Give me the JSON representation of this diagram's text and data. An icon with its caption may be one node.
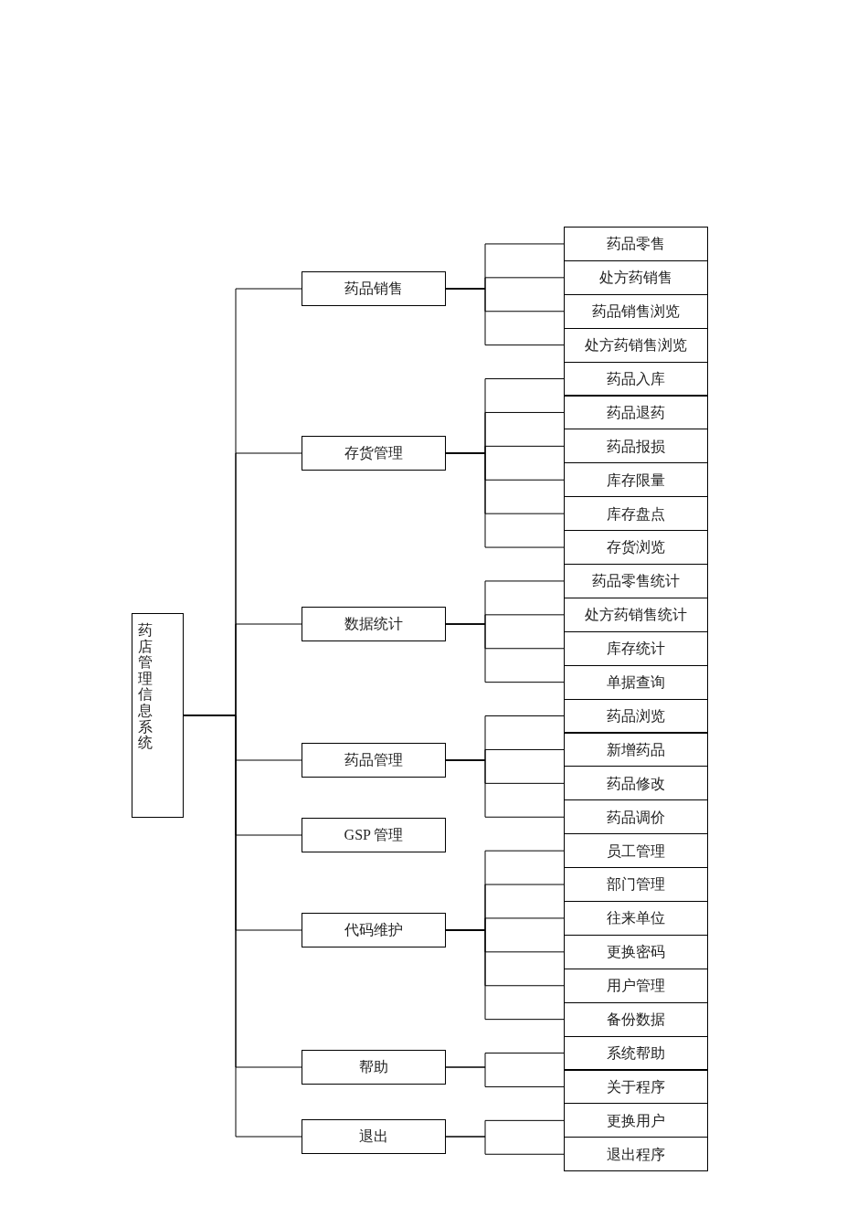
{
  "diagram": {
    "nodes": [
      {
        "text": [
          "药店管理信息系统"
        ]
      },
      {
        "text": [
          "药品销售"
        ]
      },
      {
        "text": [
          "药品零售"
        ]
      },
      {
        "text": [
          "处方药销售"
        ]
      },
      {
        "text": [
          "药品销售浏览"
        ]
      },
      {
        "text": [
          "处方药销售浏览"
        ]
      },
      {
        "text": [
          "存货管理"
        ]
      },
      {
        "text": [
          "药品入库"
        ]
      },
      {
        "text": [
          "药品退药"
        ]
      },
      {
        "text": [
          "药品报损"
        ]
      },
      {
        "text": [
          "库存限量"
        ]
      },
      {
        "text": [
          "库存盘点"
        ]
      },
      {
        "text": [
          "存货浏览"
        ]
      },
      {
        "text": [
          "数据统计"
        ]
      },
      {
        "text": [
          "药品零售统计"
        ]
      },
      {
        "text": [
          "处方药销售统计"
        ]
      },
      {
        "text": [
          "库存统计"
        ]
      },
      {
        "text": [
          "单据查询"
        ]
      },
      {
        "text": [
          "药品管理"
        ]
      },
      {
        "text": [
          "药品浏览"
        ]
      },
      {
        "text": [
          "新增药品"
        ]
      },
      {
        "text": [
          "药品修改"
        ]
      },
      {
        "text": [
          "药品调价"
        ]
      },
      {
        "text": [
          "GSP 管理"
        ]
      },
      {
        "text": [
          "代码维护"
        ]
      },
      {
        "text": [
          "员工管理"
        ]
      },
      {
        "text": [
          "部门管理"
        ]
      },
      {
        "text": [
          "往来单位"
        ]
      },
      {
        "text": [
          "更换密码"
        ]
      },
      {
        "text": [
          "用户管理"
        ]
      },
      {
        "text": [
          "备份数据"
        ]
      },
      {
        "text": [
          "帮助"
        ]
      },
      {
        "text": [
          "系统帮助"
        ]
      },
      {
        "text": [
          "关于程序"
        ]
      },
      {
        "text": [
          "退出"
        ]
      },
      {
        "text": [
          "更换用户"
        ]
      },
      {
        "text": [
          "退出程序"
        ]
      }
    ],
    "edges": [
      {
        "from": 0,
        "to": 1,
        "arrow": "none"
      },
      {
        "from": 0,
        "to": 6,
        "arrow": "none"
      },
      {
        "from": 0,
        "to": 13,
        "arrow": "none"
      },
      {
        "from": 0,
        "to": 18,
        "arrow": "none"
      },
      {
        "from": 0,
        "to": 23,
        "arrow": "none"
      },
      {
        "from": 0,
        "to": 24,
        "arrow": "none"
      },
      {
        "from": 0,
        "to": 31,
        "arrow": "none"
      },
      {
        "from": 0,
        "to": 34,
        "arrow": "none"
      },
      {
        "from": 1,
        "to": 2,
        "arrow": "none"
      },
      {
        "from": 1,
        "to": 3,
        "arrow": "none"
      },
      {
        "from": 1,
        "to": 4,
        "arrow": "none"
      },
      {
        "from": 1,
        "to": 5,
        "arrow": "none"
      },
      {
        "from": 6,
        "to": 7,
        "arrow": "none"
      },
      {
        "from": 6,
        "to": 8,
        "arrow": "none"
      },
      {
        "from": 6,
        "to": 9,
        "arrow": "none"
      },
      {
        "from": 6,
        "to": 10,
        "arrow": "none"
      },
      {
        "from": 6,
        "to": 11,
        "arrow": "none"
      },
      {
        "from": 6,
        "to": 12,
        "arrow": "none"
      },
      {
        "from": 13,
        "to": 14,
        "arrow": "none"
      },
      {
        "from": 13,
        "to": 15,
        "arrow": "none"
      },
      {
        "from": 13,
        "to": 16,
        "arrow": "none"
      },
      {
        "from": 13,
        "to": 17,
        "arrow": "none"
      },
      {
        "from": 18,
        "to": 19,
        "arrow": "none"
      },
      {
        "from": 18,
        "to": 20,
        "arrow": "none"
      },
      {
        "from": 18,
        "to": 21,
        "arrow": "none"
      },
      {
        "from": 18,
        "to": 22,
        "arrow": "none"
      },
      {
        "from": 24,
        "to": 25,
        "arrow": "none"
      },
      {
        "from": 24,
        "to": 26,
        "arrow": "none"
      },
      {
        "from": 24,
        "to": 27,
        "arrow": "none"
      },
      {
        "from": 24,
        "to": 28,
        "arrow": "none"
      },
      {
        "from": 24,
        "to": 29,
        "arrow": "none"
      },
      {
        "from": 24,
        "to": 30,
        "arrow": "none"
      },
      {
        "from": 31,
        "to": 32,
        "arrow": "none"
      },
      {
        "from": 31,
        "to": 33,
        "arrow": "none"
      },
      {
        "from": 34,
        "to": 35,
        "arrow": "none"
      },
      {
        "from": 34,
        "to": 36,
        "arrow": "none"
      }
    ]
  }
}
